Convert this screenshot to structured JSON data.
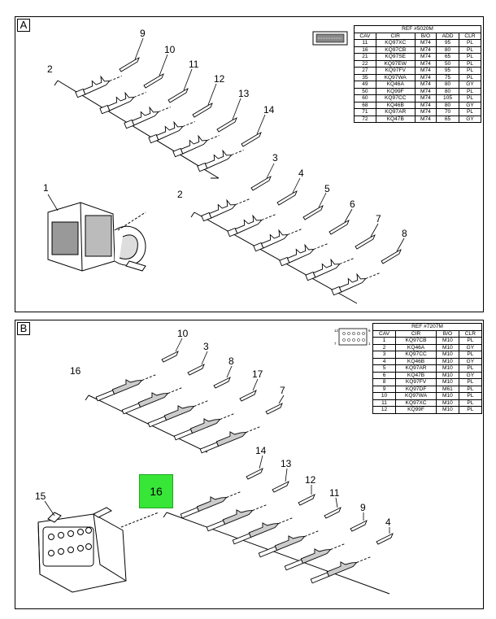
{
  "panel_a": {
    "letter": "A",
    "table": {
      "title": "REF #5020M",
      "headers": [
        "CAV",
        "CIR",
        "B/O",
        "ADD",
        "CLR"
      ],
      "rows": [
        [
          "11",
          "KQ97XC",
          "M74",
          "95",
          "PL"
        ],
        [
          "16",
          "KQ97CB",
          "M74",
          "80",
          "PL"
        ],
        [
          "21",
          "KQ97SE",
          "M74",
          "65",
          "PL"
        ],
        [
          "22",
          "KQ97EW",
          "M74",
          "50",
          "PL"
        ],
        [
          "27",
          "KQ97FV",
          "M74",
          "95",
          "PL"
        ],
        [
          "35",
          "KQ97WA",
          "M74",
          "75",
          "PL"
        ],
        [
          "49",
          "KQ46A",
          "M74",
          "80",
          "GY"
        ],
        [
          "50",
          "KQ99F",
          "M74",
          "80",
          "PL"
        ],
        [
          "60",
          "KQ97CC",
          "M74",
          "105",
          "PL"
        ],
        [
          "68",
          "KQ46B",
          "M74",
          "80",
          "GY"
        ],
        [
          "71",
          "KQ97AR",
          "M74",
          "70",
          "PL"
        ],
        [
          "72",
          "KQ47B",
          "M74",
          "65",
          "GY"
        ]
      ]
    },
    "callouts": {
      "c9": "9",
      "c10": "10",
      "c11": "11",
      "c12": "12",
      "c13": "13",
      "c14": "14",
      "c2_top": "2",
      "c1": "1",
      "c2_bottom": "2",
      "c3": "3",
      "c4": "4",
      "c5": "5",
      "c6": "6",
      "c7": "7",
      "c8": "8"
    }
  },
  "panel_b": {
    "letter": "B",
    "table": {
      "title": "REF #7207M",
      "headers": [
        "CAV",
        "CIR",
        "B/O",
        "CLR"
      ],
      "rows": [
        [
          "1",
          "KQ97CB",
          "M10",
          "PL"
        ],
        [
          "2",
          "KQ46A",
          "M10",
          "GY"
        ],
        [
          "3",
          "KQ97CC",
          "M10",
          "PL"
        ],
        [
          "4",
          "KQ46B",
          "M10",
          "GY"
        ],
        [
          "5",
          "KQ97AR",
          "M10",
          "PL"
        ],
        [
          "6",
          "KQ47B",
          "M10",
          "GY"
        ],
        [
          "8",
          "KQ97FV",
          "M10",
          "PL"
        ],
        [
          "9",
          "KQ97DF",
          "M61",
          "PL"
        ],
        [
          "10",
          "KQ97WA",
          "M10",
          "PL"
        ],
        [
          "11",
          "KQ97XC",
          "M10",
          "PL"
        ],
        [
          "12",
          "KQ99F",
          "M10",
          "PL"
        ]
      ]
    },
    "connector_pins": {
      "p12": "12",
      "p7": "7",
      "p6": "6",
      "p1": "1"
    },
    "callouts": {
      "c10": "10",
      "c3": "3",
      "c16_top": "16",
      "c8": "8",
      "c17": "17",
      "c7": "7",
      "c15": "15",
      "c16_highlight": "16",
      "c14": "14",
      "c13": "13",
      "c12": "12",
      "c11": "11",
      "c9": "9",
      "c4": "4"
    }
  },
  "colors": {
    "highlight": "#38e638"
  }
}
